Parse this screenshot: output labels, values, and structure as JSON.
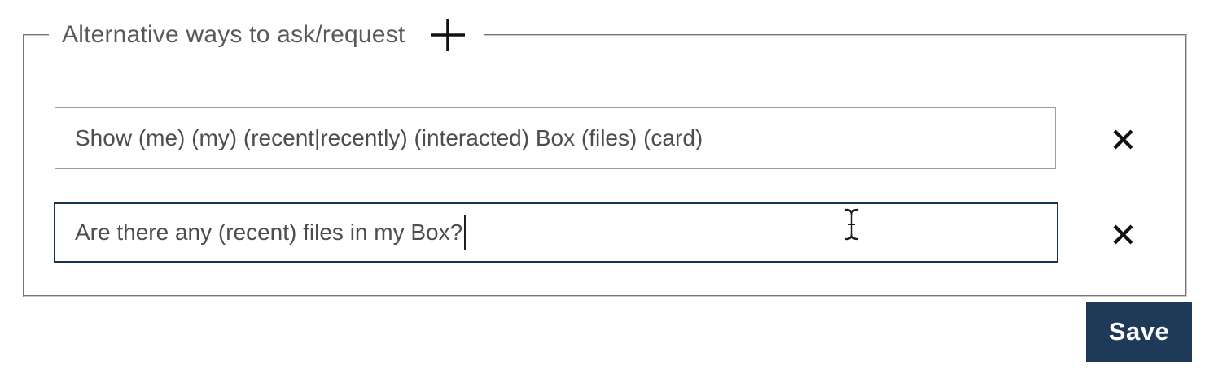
{
  "fieldset": {
    "legend": "Alternative ways to ask/request",
    "add_icon": "plus-icon"
  },
  "alternatives": [
    {
      "value": "Show (me) (my) (recent|recently) (interacted) Box (files) (card)",
      "focused": false,
      "remove_icon": "x-icon"
    },
    {
      "value": "Are there any (recent) files in my Box?",
      "focused": true,
      "remove_icon": "x-icon"
    }
  ],
  "cursor": {
    "type": "i-beam",
    "over": "alternative-input-2"
  },
  "buttons": {
    "save": "Save"
  },
  "colors": {
    "save_button_bg": "#1f3a58",
    "save_button_text": "#ffffff",
    "focused_input_border": "#18324f",
    "input_border": "#9c9c9c",
    "fieldset_border": "#c9c9c9",
    "input_text": "#4d4d4d",
    "legend_text": "#595959",
    "icon_black": "#111111"
  }
}
